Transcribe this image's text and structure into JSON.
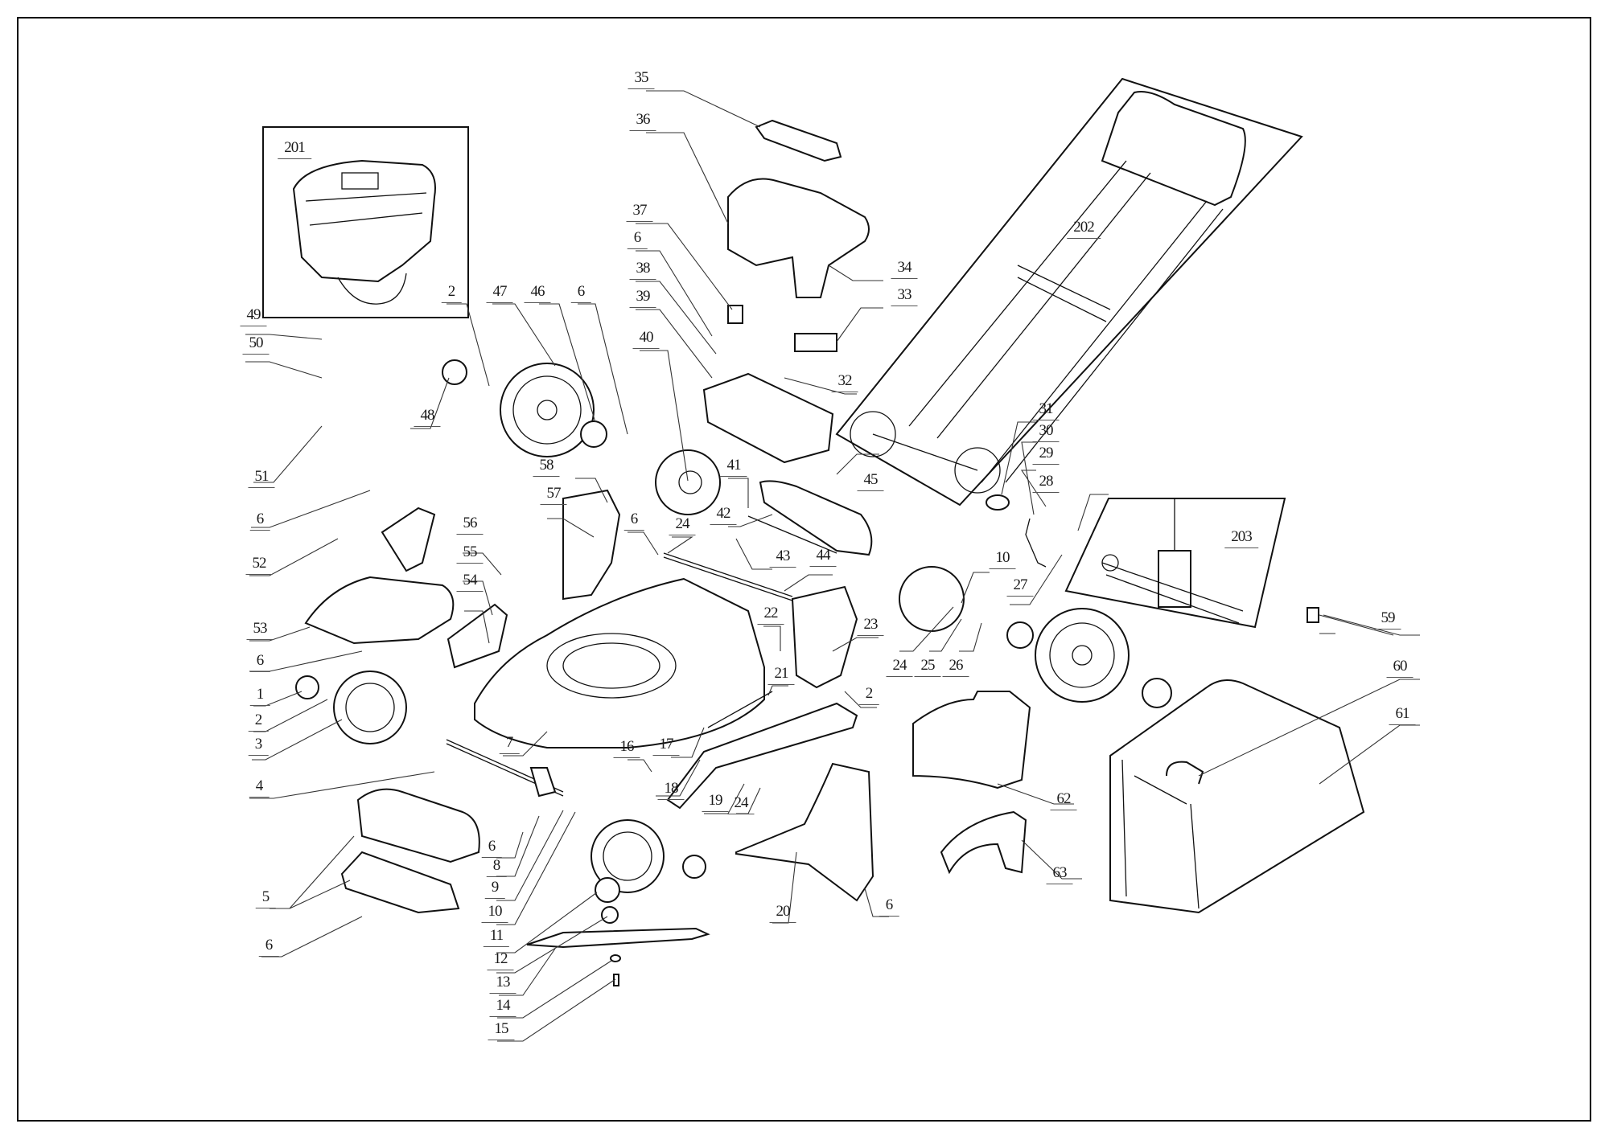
{
  "document": {
    "type": "exploded parts diagram",
    "subject": "lawn mower",
    "subassemblies": [
      "201",
      "202",
      "203"
    ]
  },
  "callouts": [
    {
      "id": "c201",
      "label": "201"
    },
    {
      "id": "c202",
      "label": "202"
    },
    {
      "id": "c203",
      "label": "203"
    },
    {
      "id": "c35",
      "label": "35"
    },
    {
      "id": "c36",
      "label": "36"
    },
    {
      "id": "c37",
      "label": "37"
    },
    {
      "id": "c6a",
      "label": "6"
    },
    {
      "id": "c38",
      "label": "38"
    },
    {
      "id": "c39",
      "label": "39"
    },
    {
      "id": "c40",
      "label": "40"
    },
    {
      "id": "c34",
      "label": "34"
    },
    {
      "id": "c33",
      "label": "33"
    },
    {
      "id": "c32",
      "label": "32"
    },
    {
      "id": "c49",
      "label": "49"
    },
    {
      "id": "c50",
      "label": "50"
    },
    {
      "id": "c51",
      "label": "51"
    },
    {
      "id": "c2a",
      "label": "2"
    },
    {
      "id": "c47",
      "label": "47"
    },
    {
      "id": "c46",
      "label": "46"
    },
    {
      "id": "c6b",
      "label": "6"
    },
    {
      "id": "c48",
      "label": "48"
    },
    {
      "id": "c6c",
      "label": "6"
    },
    {
      "id": "c52",
      "label": "52"
    },
    {
      "id": "c57",
      "label": "57"
    },
    {
      "id": "c58",
      "label": "58"
    },
    {
      "id": "c56",
      "label": "56"
    },
    {
      "id": "c55",
      "label": "55"
    },
    {
      "id": "c54",
      "label": "54"
    },
    {
      "id": "c53",
      "label": "53"
    },
    {
      "id": "c6d",
      "label": "6"
    },
    {
      "id": "c1",
      "label": "1"
    },
    {
      "id": "c2b",
      "label": "2"
    },
    {
      "id": "c3",
      "label": "3"
    },
    {
      "id": "c4",
      "label": "4"
    },
    {
      "id": "c7",
      "label": "7"
    },
    {
      "id": "c6e",
      "label": "6"
    },
    {
      "id": "c24a",
      "label": "24"
    },
    {
      "id": "c41",
      "label": "41"
    },
    {
      "id": "c42",
      "label": "42"
    },
    {
      "id": "c43",
      "label": "43"
    },
    {
      "id": "c44",
      "label": "44"
    },
    {
      "id": "c45",
      "label": "45"
    },
    {
      "id": "c22",
      "label": "22"
    },
    {
      "id": "c23",
      "label": "23"
    },
    {
      "id": "c21",
      "label": "21"
    },
    {
      "id": "c2c",
      "label": "2"
    },
    {
      "id": "c17",
      "label": "17"
    },
    {
      "id": "c16",
      "label": "16"
    },
    {
      "id": "c18",
      "label": "18"
    },
    {
      "id": "c19",
      "label": "19"
    },
    {
      "id": "c24b",
      "label": "24"
    },
    {
      "id": "c6f",
      "label": "6"
    },
    {
      "id": "c8",
      "label": "8"
    },
    {
      "id": "c9",
      "label": "9"
    },
    {
      "id": "c10a",
      "label": "10"
    },
    {
      "id": "c11",
      "label": "11"
    },
    {
      "id": "c12",
      "label": "12"
    },
    {
      "id": "c13",
      "label": "13"
    },
    {
      "id": "c14",
      "label": "14"
    },
    {
      "id": "c15",
      "label": "15"
    },
    {
      "id": "c5",
      "label": "5"
    },
    {
      "id": "c6g",
      "label": "6"
    },
    {
      "id": "c20",
      "label": "20"
    },
    {
      "id": "c6h",
      "label": "6"
    },
    {
      "id": "c31",
      "label": "31"
    },
    {
      "id": "c30",
      "label": "30"
    },
    {
      "id": "c29",
      "label": "29"
    },
    {
      "id": "c28",
      "label": "28"
    },
    {
      "id": "c27",
      "label": "27"
    },
    {
      "id": "c10b",
      "label": "10"
    },
    {
      "id": "c24c",
      "label": "24"
    },
    {
      "id": "c25",
      "label": "25"
    },
    {
      "id": "c26",
      "label": "26"
    },
    {
      "id": "c59",
      "label": "59"
    },
    {
      "id": "c60",
      "label": "60"
    },
    {
      "id": "c61",
      "label": "61"
    },
    {
      "id": "c62",
      "label": "62"
    },
    {
      "id": "c63",
      "label": "63"
    }
  ]
}
